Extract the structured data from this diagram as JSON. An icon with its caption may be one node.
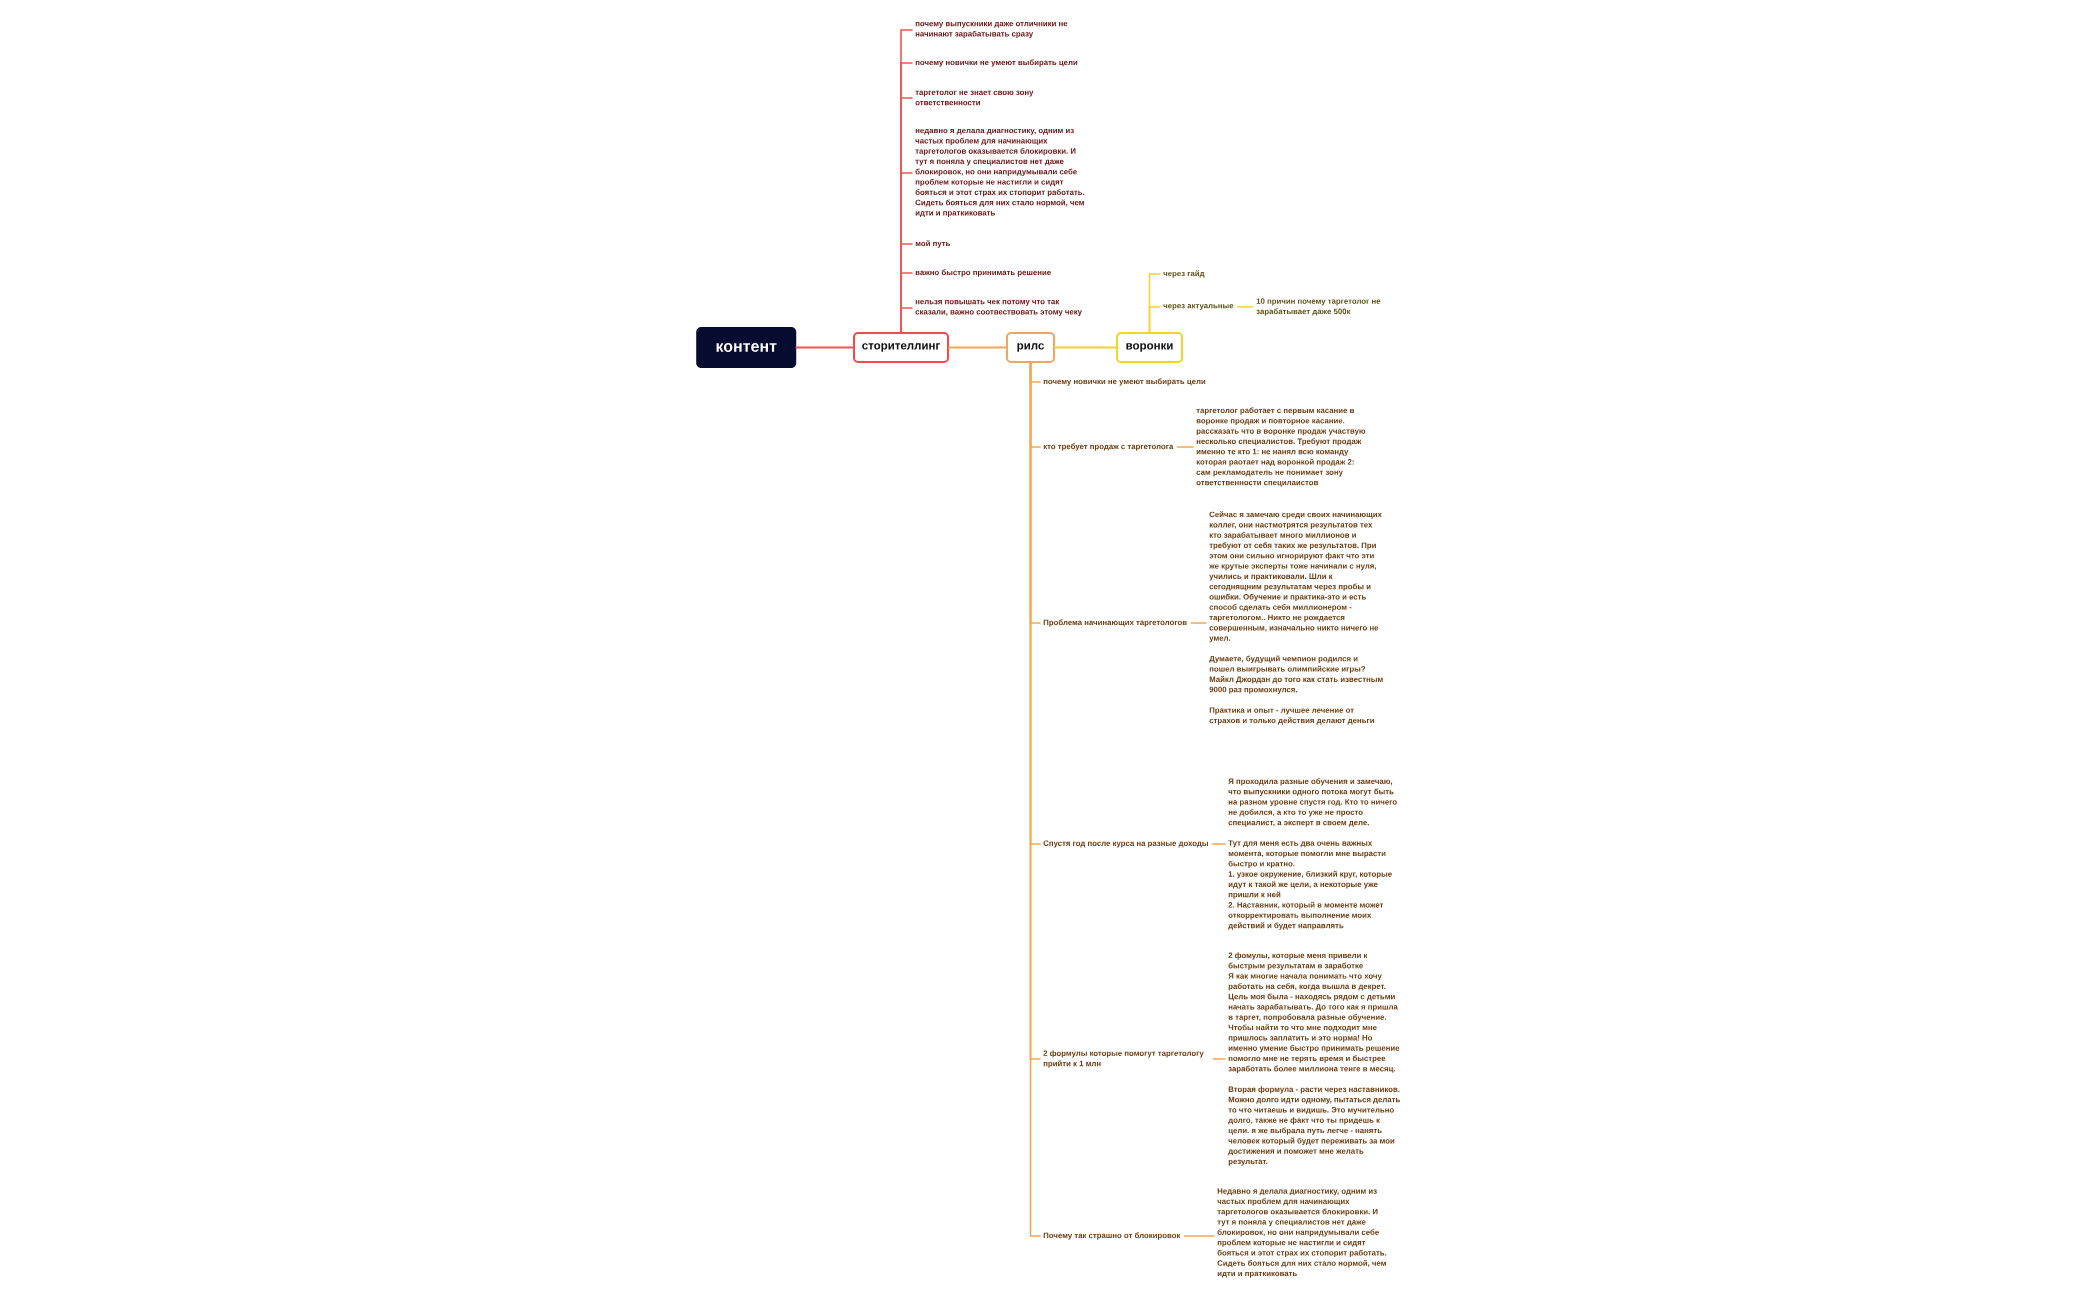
{
  "diagram": {
    "nodes": [
      {
        "text": [
          "контент"
        ]
      },
      {
        "text": [
          "сторителлинг"
        ]
      },
      {
        "text": [
          "рилс"
        ]
      },
      {
        "text": [
          "воронки"
        ]
      },
      {
        "text": [
          "почему выпускники даже отличники не начинают зарабатывать сразу"
        ]
      },
      {
        "text": [
          "почему новички не умеют выбирать цели"
        ]
      },
      {
        "text": [
          "таргетолог не знает свою зону ответственности"
        ]
      },
      {
        "text": [
          "недавно я делала диагностику, одним из частых проблем для начинающих таргетологов оказывается блокировки. И тут я поняла у специалистов нет даже блокировок, но они напридумывали себе проблем которые не настигли и сидят бояться и этот страх их стопорит работать. Сидеть бояться для них стало нормой, чем идти и праткиковать"
        ]
      },
      {
        "text": [
          "мой путь"
        ]
      },
      {
        "text": [
          "важно быстро принимать решение"
        ]
      },
      {
        "text": [
          "нельзя повышать чек потому что так сказали, важно соотвествовать этому чеку"
        ]
      },
      {
        "text": [
          "через гайд"
        ]
      },
      {
        "text": [
          "через актуальные"
        ]
      },
      {
        "text": [
          "10 причин почему таргетолог не зарабатывает даже 500к"
        ]
      },
      {
        "text": [
          "почему новички не умеют выбирать цели"
        ]
      },
      {
        "text": [
          "кто требует продаж с таргетолога"
        ]
      },
      {
        "text": [
          "таргетолог работает с первым касание в воронке продаж и повторное касание. рассказать что в воронке продаж участвую несколько специалистов. Требуют продаж именно те кто 1: не нанял всю команду которая раотает над воронкой продаж 2: сам рекламодатель не понимает зону ответственности специлаистов"
        ]
      },
      {
        "text": [
          "Проблема начинающих таргетологов"
        ]
      },
      {
        "text": [
          "Сейчас я замечаю среди своих начинающих коллег, они настмотрятся результатов тех кто зарабатывает много миллионов и требуют от себя таких же результатов. При этом они сильно игнорируют факт что эти же крутые эксперты тоже начинали с нуля, учились и практиковали. Шли к сегоднящним результатам через пробы и ошибки. Обучение и практика-это и есть способ сделать себя миллионером - таргетологом.. Никто не рождается совершенным, изначально никто ничего не умел.",
          "Думаете, будущий чемпион родился и пошел выигрывать олимпийские игры? Майкл Джордан до того как стать известным 9000 раз промохнулся.",
          "Практика и опыт - лучшее лечение от страхов и только действия делают деньги"
        ]
      },
      {
        "text": [
          "Спустя год после курса на разные доходы"
        ]
      },
      {
        "text": [
          "Я проходила разные обучения и замечаю, что выпускники одного потока могут быть на разном уровне спустя год. Кто то ничего не добился, а кто то уже не просто специалист, а эксперт в своем деле.",
          "Тут для меня есть два очень важных момента, которые помогли мне вырасти быстро и кратно.",
          "1. узкое окружение, близкий круг, которые идут к такой же цели, а некоторые уже пришли к ней",
          "2. Наставник, который в моменте может откорректировать выполнение моих действий и будет направлять"
        ]
      },
      {
        "text": [
          "2 формулы которые помогут таргетологу прийти к 1 млн"
        ]
      },
      {
        "text": [
          "2 фомулы, которые меня привели к быстрым результатам в заработке",
          "Я как многие начала понимать что хочу работать на себя, когда вышла в декрет. Цель моя была - находясь рядом с детьми начать зарабатывать. До того как я пришла в таргет, попробовала разные обучение. Чтобы найти то что мне подходит мне пришлось заплатить и это норма! Но именно умение быстро принимать решение помогло мне не терять время и быстрее заработать более миллиона тенге в месяц.",
          "Вторая формула - расти через наставников. Можно долго идти одному, пытаться делать то что читаешь и видишь. Это мучительно долго, также не факт что ты придешь к цели. я же выбрала путь легче - нанять человек который будет переживать за мои достижения и поможет мне желать результат."
        ]
      },
      {
        "text": [
          "Почему так страшно от блокировок"
        ]
      },
      {
        "text": [
          "Недавно я делала диагностику, одним из частых проблем для начинающих таргетологов оказывается блокировки. И тут я поняла у специалистов нет даже блокировок, но они напридумывали себе проблем которые не настигли и сидят бояться и этот страх их стопорит работать. Сидеть бояться для них стало нормой, чем идти и праткиковать"
        ]
      }
    ],
    "edges": [
      {
        "from": 0,
        "to": 1,
        "arrow": "none",
        "color": "#f25454"
      },
      {
        "from": 1,
        "to": 2,
        "arrow": "none"
      },
      {
        "from": 2,
        "to": 3,
        "arrow": "none",
        "color": "#f5d232"
      },
      {
        "from": 1,
        "to": 4,
        "arrow": "none",
        "color": "#f25454"
      },
      {
        "from": 1,
        "to": 5,
        "arrow": "none",
        "color": "#f25454"
      },
      {
        "from": 1,
        "to": 6,
        "arrow": "none",
        "color": "#f25454"
      },
      {
        "from": 1,
        "to": 7,
        "arrow": "none",
        "color": "#f25454"
      },
      {
        "from": 1,
        "to": 8,
        "arrow": "none",
        "color": "#f25454"
      },
      {
        "from": 1,
        "to": 9,
        "arrow": "none",
        "color": "#f25454"
      },
      {
        "from": 1,
        "to": 10,
        "arrow": "none",
        "color": "#f25454"
      },
      {
        "from": 3,
        "to": 11,
        "arrow": "none",
        "color": "#f5d232"
      },
      {
        "from": 3,
        "to": 12,
        "arrow": "none",
        "color": "#f5d232"
      },
      {
        "from": 12,
        "to": 13,
        "arrow": "none",
        "color": "#f5d232"
      },
      {
        "from": 2,
        "to": 14,
        "arrow": "none"
      },
      {
        "from": 2,
        "to": 15,
        "arrow": "none"
      },
      {
        "from": 15,
        "to": 16,
        "arrow": "none"
      },
      {
        "from": 2,
        "to": 17,
        "arrow": "none"
      },
      {
        "from": 17,
        "to": 18,
        "arrow": "none"
      },
      {
        "from": 2,
        "to": 19,
        "arrow": "none"
      },
      {
        "from": 19,
        "to": 20,
        "arrow": "none"
      },
      {
        "from": 2,
        "to": 21,
        "arrow": "none"
      },
      {
        "from": 21,
        "to": 22,
        "arrow": "none"
      },
      {
        "from": 2,
        "to": 23,
        "arrow": "none"
      },
      {
        "from": 23,
        "to": 24,
        "arrow": "none"
      }
    ]
  }
}
